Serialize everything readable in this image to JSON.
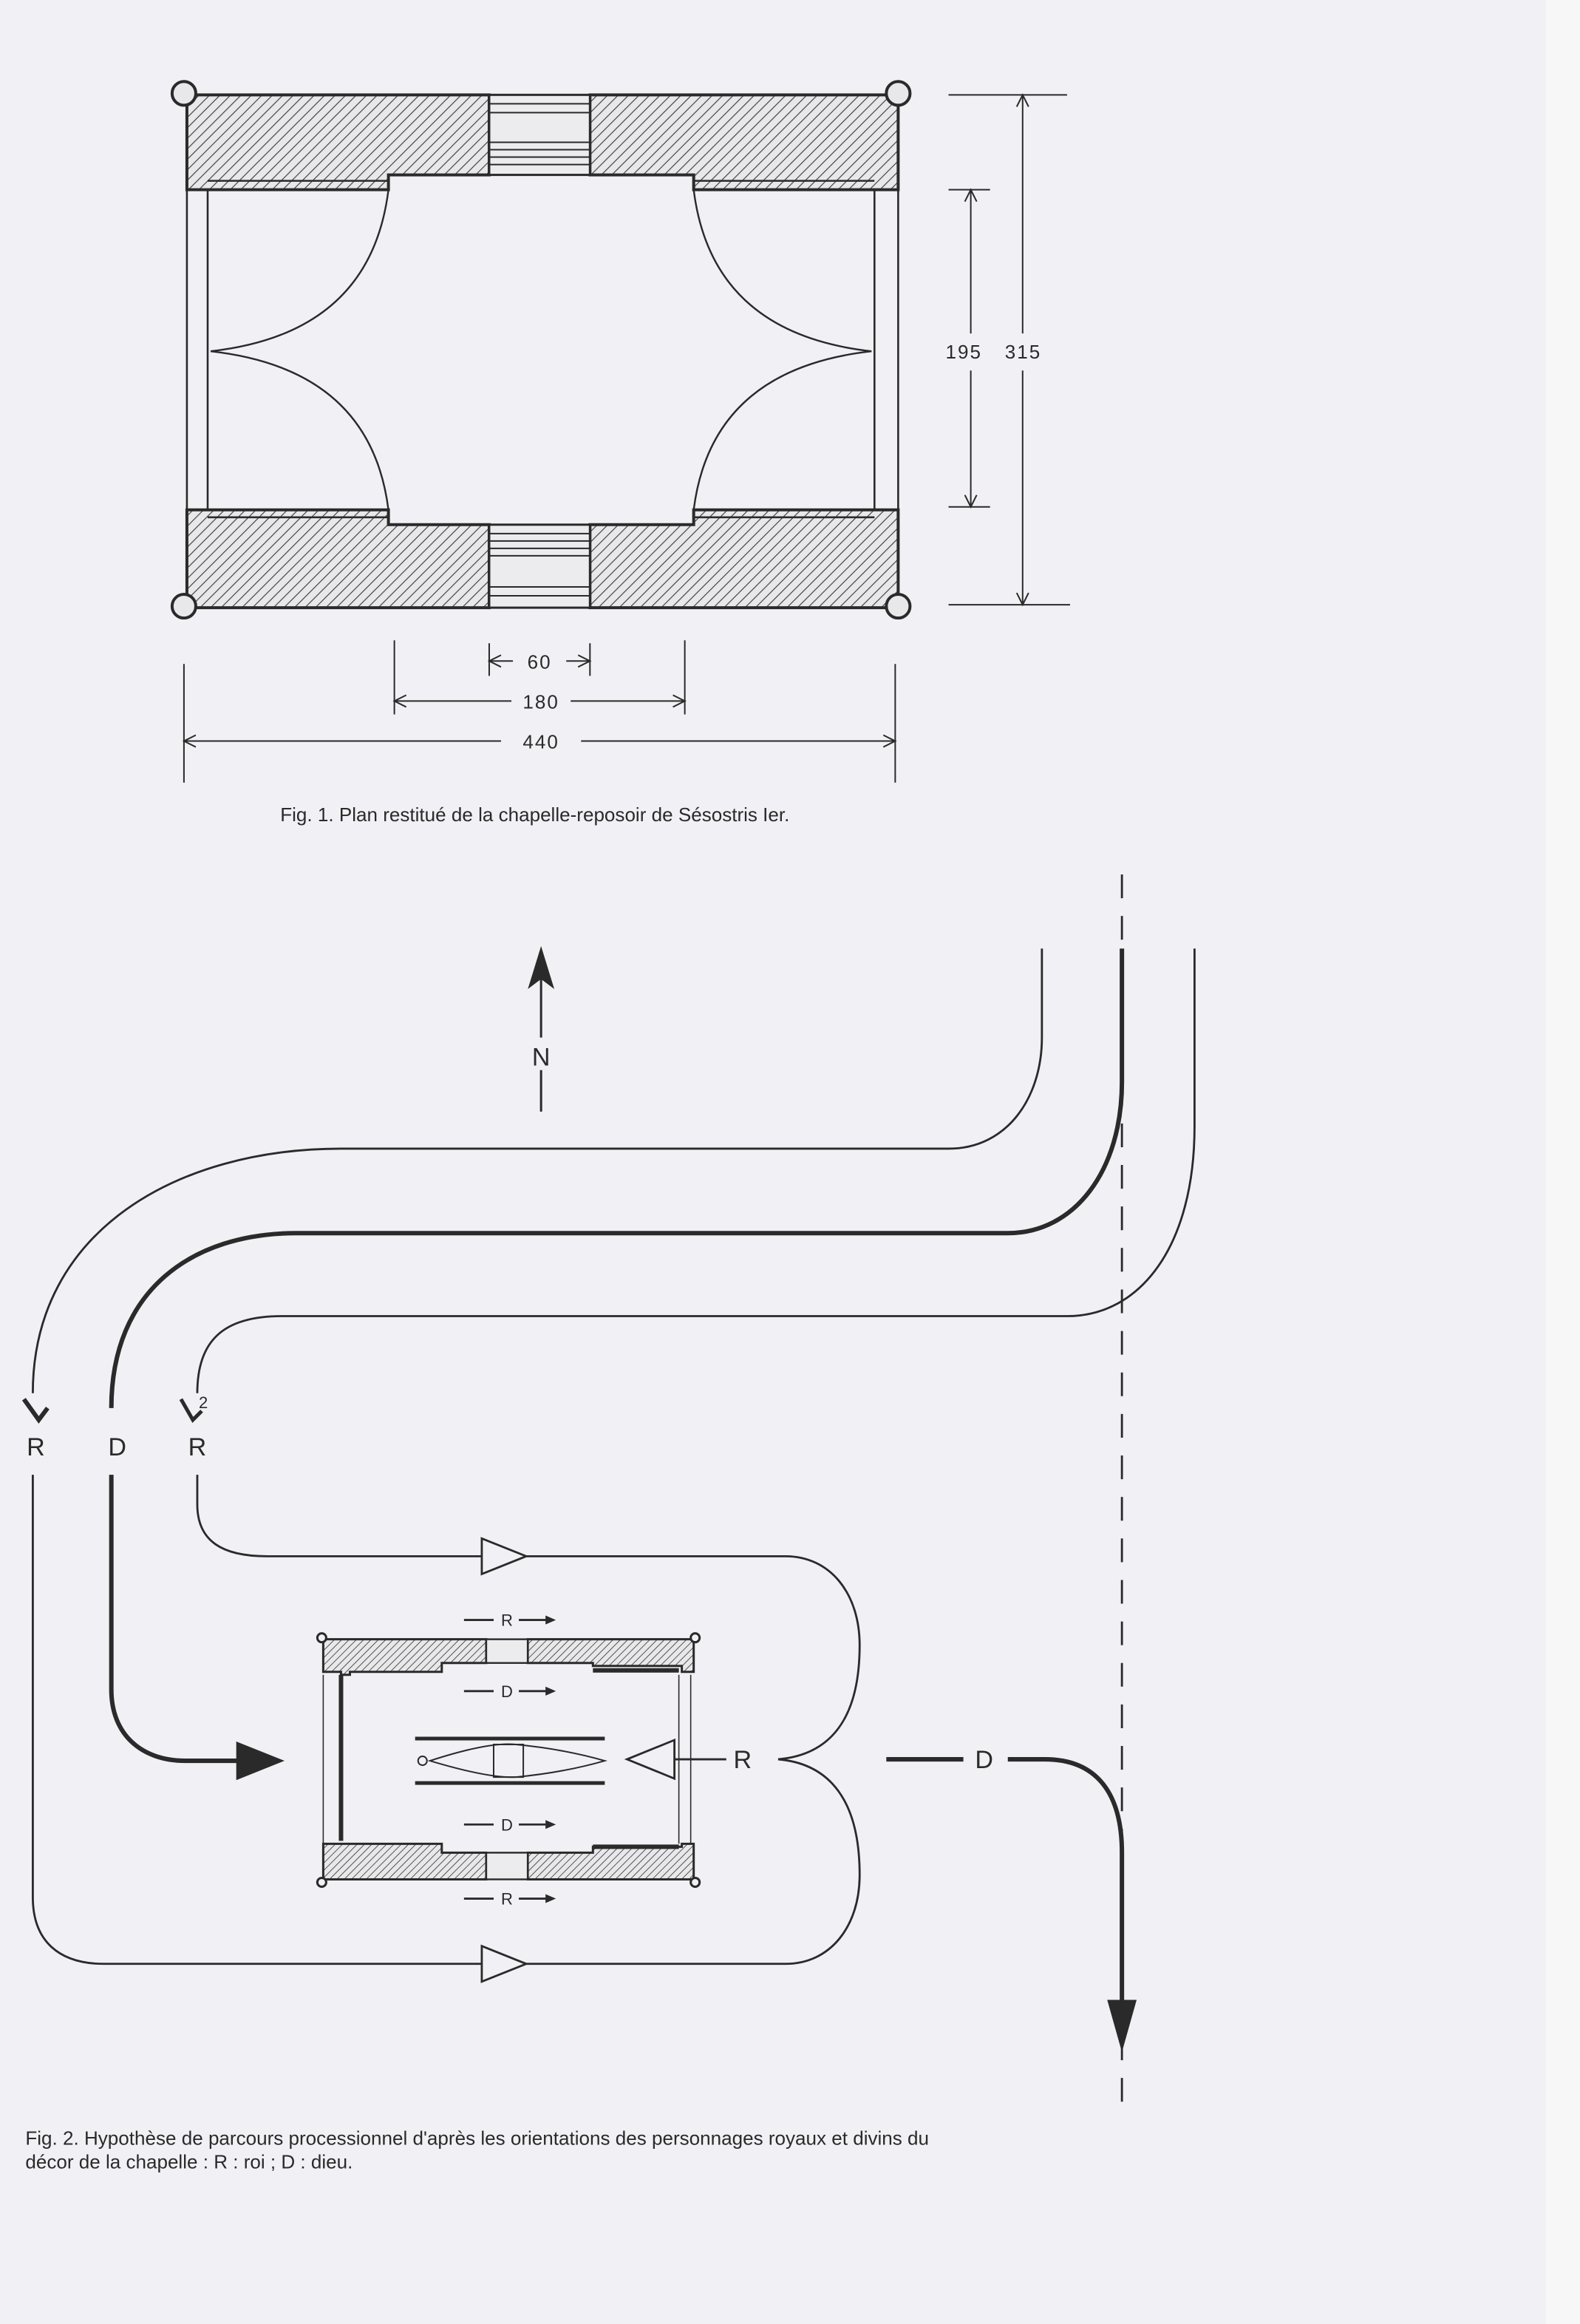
{
  "fig1": {
    "caption": "Fig. 1. Plan restitué de la chapelle-reposoir de Sésostris Ier.",
    "dimensions": {
      "inner_width": "195",
      "outer_width": "315",
      "door": "60",
      "middle": "180",
      "length": "440"
    }
  },
  "fig2": {
    "north_label": "N",
    "path_labels": {
      "r_outer": "R",
      "d_path": "D",
      "r_inner": "R",
      "r_entry": "R",
      "d_exit": "D"
    },
    "chapel_labels": {
      "top_r": "R",
      "top_d": "D",
      "bottom_d": "D",
      "bottom_r": "R"
    },
    "annotation": "2",
    "caption_line1": "Fig. 2. Hypothèse de parcours processionnel d'après les orientations des personnages royaux et divins du",
    "caption_line2": "décor de la chapelle : R : roi ; D : dieu."
  },
  "colors": {
    "paper": "#f1f0f4",
    "ink": "#2a2a2a"
  }
}
